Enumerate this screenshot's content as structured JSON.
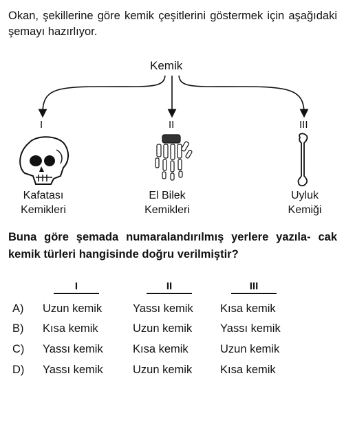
{
  "intro": "Okan, şekillerine göre kemik çeşitlerini göstermek için aşağıdaki şemayı hazırlıyor.",
  "diagram": {
    "root": "Kemik",
    "branches": [
      {
        "numeral": "I",
        "caption_line1": "Kafatası",
        "caption_line2": "Kemikleri",
        "icon": "skull-icon"
      },
      {
        "numeral": "II",
        "caption_line1": "El Bilek",
        "caption_line2": "Kemikleri",
        "icon": "hand-bones-icon"
      },
      {
        "numeral": "III",
        "caption_line1": "Uyluk",
        "caption_line2": "Kemiği",
        "icon": "femur-icon"
      }
    ]
  },
  "question": "Buna göre şemada numaralandırılmış yerlere yazıla- cak kemik türleri hangisinde doğru verilmiştir?",
  "columns": [
    "I",
    "II",
    "III"
  ],
  "options": [
    {
      "letter": "A)",
      "c1": "Uzun kemik",
      "c2": "Yassı kemik",
      "c3": "Kısa kemik"
    },
    {
      "letter": "B)",
      "c1": "Kısa kemik",
      "c2": "Uzun kemik",
      "c3": "Yassı kemik"
    },
    {
      "letter": "C)",
      "c1": "Yassı kemik",
      "c2": "Kısa kemik",
      "c3": "Uzun kemik"
    },
    {
      "letter": "D)",
      "c1": "Yassı kemik",
      "c2": "Uzun kemik",
      "c3": "Kısa kemik"
    }
  ]
}
